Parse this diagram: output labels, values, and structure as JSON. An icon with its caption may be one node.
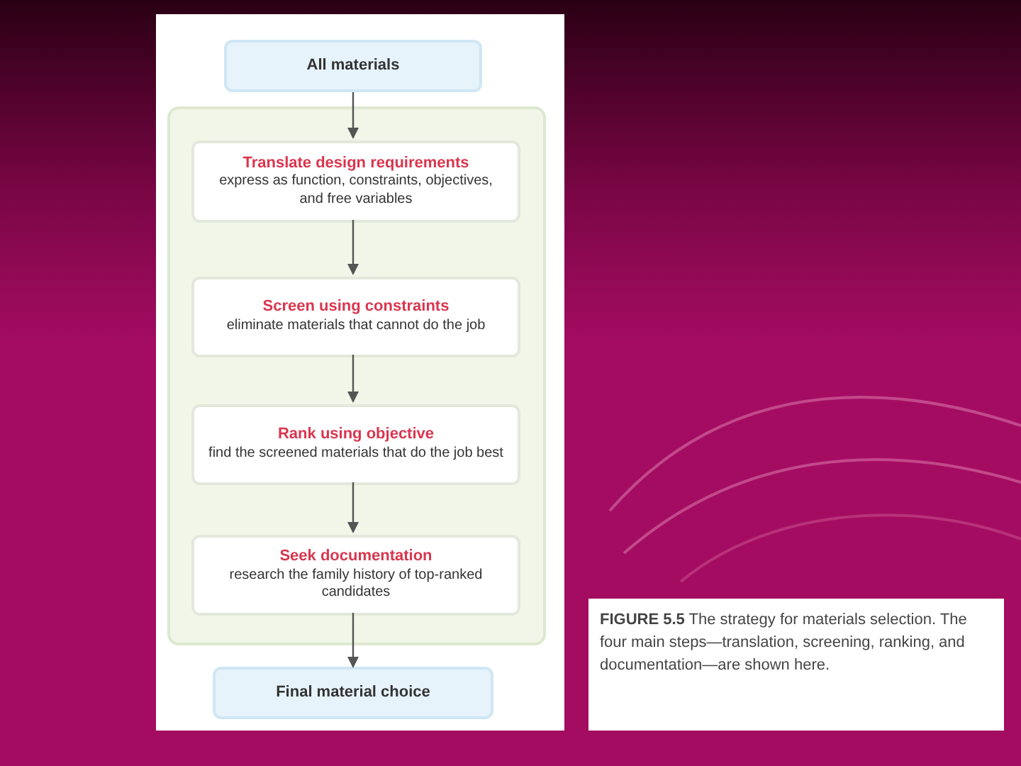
{
  "diagram": {
    "caption": "**FIGURE 5.5** The strategy for materials selection. The four main steps—translation, screening, ranking, and documentation—are shown here.",
    "nodes": [
      {
        "text": [
          "All materials"
        ]
      },
      {
        "text": [],
        "shape": "box"
      },
      {
        "text": [
          "Translate design requirements",
          "express as function, constraints, objectives, and free variables"
        ],
        "in": 1
      },
      {
        "text": [
          "Screen using constraints",
          "eliminate materials that cannot do the job"
        ],
        "in": 1
      },
      {
        "text": [
          "Rank using objective",
          "find the screened materials that do the job best"
        ],
        "in": 1
      },
      {
        "text": [
          "Seek documentation",
          "research the family history of top-ranked candidates"
        ],
        "in": 1
      },
      {
        "text": [
          "Final material choice"
        ]
      }
    ],
    "edges": [
      {
        "from": 0,
        "to": 2,
        "arrow": "to"
      },
      {
        "from": 2,
        "to": 3,
        "arrow": "to"
      },
      {
        "from": 3,
        "to": 4,
        "arrow": "to"
      },
      {
        "from": 4,
        "to": 5,
        "arrow": "to"
      },
      {
        "from": 5,
        "to": 6,
        "arrow": "to"
      }
    ]
  }
}
